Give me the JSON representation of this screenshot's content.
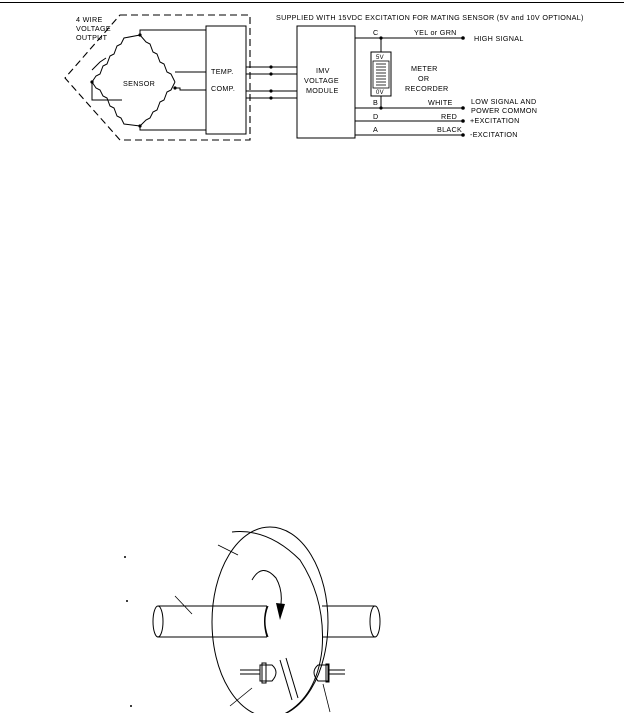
{
  "wiring_diagram": {
    "output_label": [
      "4 WIRE",
      "VOLTAGE",
      "OUTPUT"
    ],
    "supply_note": "SUPPLIED WITH 15VDC EXCITATION FOR MATING SENSOR (5V and 10V OPTIONAL)",
    "sensor_label": "SENSOR",
    "temp_comp_label": [
      "TEMP.",
      "COMP."
    ],
    "module_label": [
      "IMV",
      "VOLTAGE",
      "MODULE"
    ],
    "meter_label": [
      "METER",
      "OR",
      "RECORDER"
    ],
    "meter_top_value": "5V",
    "meter_bottom_value": "0V",
    "pins": [
      "C",
      "B",
      "D",
      "A"
    ],
    "wires": [
      {
        "pin": "C",
        "color": "YEL or GRN",
        "signal": "HIGH SIGNAL"
      },
      {
        "pin": "B",
        "color": "WHITE",
        "signal": [
          "LOW SIGNAL AND",
          "POWER COMMON"
        ]
      },
      {
        "pin": "D",
        "color": "RED",
        "signal": "+EXCITATION"
      },
      {
        "pin": "A",
        "color": "BLACK",
        "signal": "-EXCITATION"
      }
    ]
  }
}
